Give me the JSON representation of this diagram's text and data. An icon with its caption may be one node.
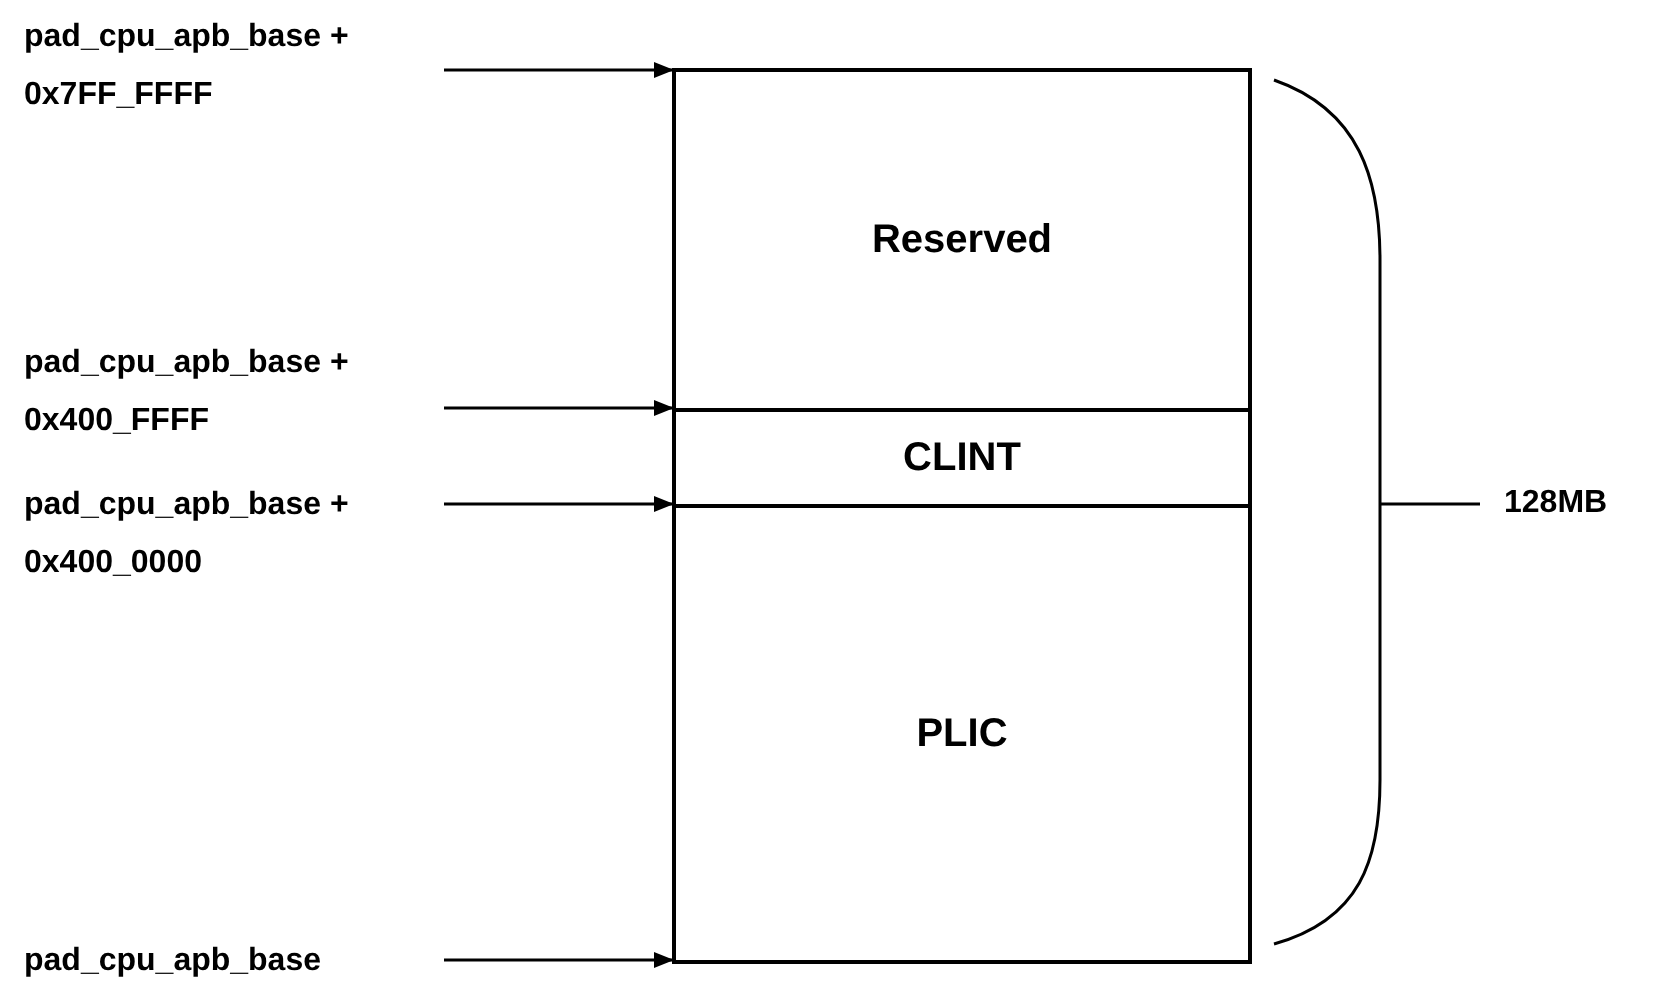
{
  "diagram": {
    "nodes": [
      {
        "text": [
          "pad_cpu_apb_base + 0x7FF_FFFF"
        ]
      },
      {
        "text": [
          "Reserved"
        ]
      },
      {
        "text": [
          "pad_cpu_apb_base + 0x400_FFFF"
        ]
      },
      {
        "text": [
          "CLINT"
        ]
      },
      {
        "text": [
          "pad_cpu_apb_base + 0x400_0000"
        ]
      },
      {
        "text": [
          "PLIC"
        ]
      },
      {
        "text": [
          "pad_cpu_apb_base"
        ]
      }
    ],
    "edges": [
      {
        "from": 0,
        "to": 1,
        "arrow": "to"
      },
      {
        "from": 2,
        "to": 3,
        "arrow": "to"
      },
      {
        "from": 4,
        "to": 5,
        "arrow": "to"
      },
      {
        "from": 6,
        "to": 5,
        "arrow": "to"
      }
    ],
    "labels": [
      "128MB"
    ]
  }
}
